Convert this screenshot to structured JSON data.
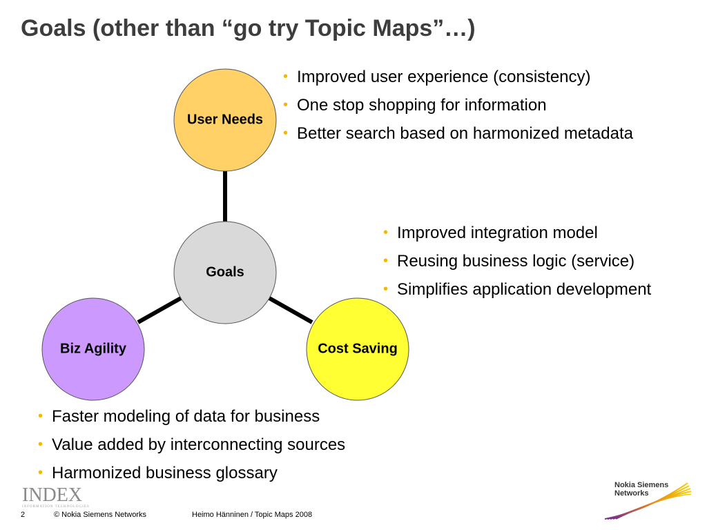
{
  "title": "Goals  (other than “go try Topic Maps”…)",
  "nodes": {
    "center": {
      "label": "Goals",
      "color": "#d9d9d9"
    },
    "user_needs": {
      "label": "User Needs",
      "color": "#ffd166"
    },
    "biz_agility": {
      "label": "Biz Agility",
      "color": "#cc99ff"
    },
    "cost_saving": {
      "label": "Cost Saving",
      "color": "#ffff33"
    }
  },
  "bullets": {
    "user_needs": [
      "Improved user experience (consistency)",
      "One stop shopping for information",
      "Better search based on harmonized metadata"
    ],
    "cost_saving": [
      "Improved integration model",
      "Reusing business logic (service)",
      "Simplifies application development"
    ],
    "biz_agility": [
      "Faster modeling of data for business",
      "Value added by interconnecting sources",
      "Harmonized business glossary"
    ]
  },
  "footer": {
    "page": "2",
    "copyright": "© Nokia Siemens Networks",
    "author": "Heimo Hänninen / Topic Maps 2008"
  },
  "logos": {
    "index_main": "INDEX",
    "index_sub": "INFORMATION TECHNOLOGIES",
    "nsn_line1": "Nokia Siemens",
    "nsn_line2": "Networks"
  },
  "colors": {
    "bullet": "#f5b800",
    "title": "#3d3d3d"
  }
}
